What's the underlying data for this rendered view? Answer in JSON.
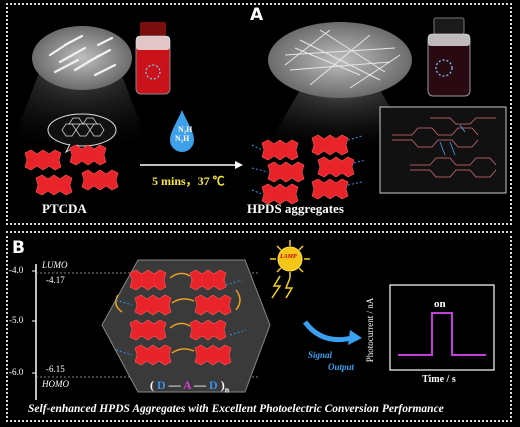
{
  "panel_a": {
    "letter": "A",
    "left_label": "PTCDA",
    "right_label": "HPDS  aggregates",
    "reagent_line1": "N₂H",
    "reagent_line2": "N₂H",
    "condition": "5 mins，37 ℃"
  },
  "panel_b": {
    "letter": "B",
    "lumo_label": "LUMO",
    "homo_label": "HOMO",
    "axis_ticks": [
      "-4.0",
      "-5.0",
      "-6.0"
    ],
    "lumo_value": "-4.17",
    "homo_value": "-6.15",
    "formula": {
      "open": "(",
      "d1": "D",
      "a": "A",
      "d2": "D",
      "close": ")",
      "sub": "n"
    },
    "sun_label": "LAMP",
    "signal_line1": "Signal",
    "signal_line2": "Output",
    "plot_ylabel": "Photocurrent / nA",
    "plot_xlabel": "Time / s",
    "on_label": "on",
    "caption": "Self-enhanced HPDS Aggregates with Excellent Photoelectric Conversion Performance"
  },
  "colors": {
    "molecule_red": "#e8232a",
    "pulse_magenta": "#c43dd8",
    "condition_yellow": "#f5e63a",
    "donor_blue": "#3c8ee8",
    "acceptor_magenta": "#d23ed8"
  }
}
